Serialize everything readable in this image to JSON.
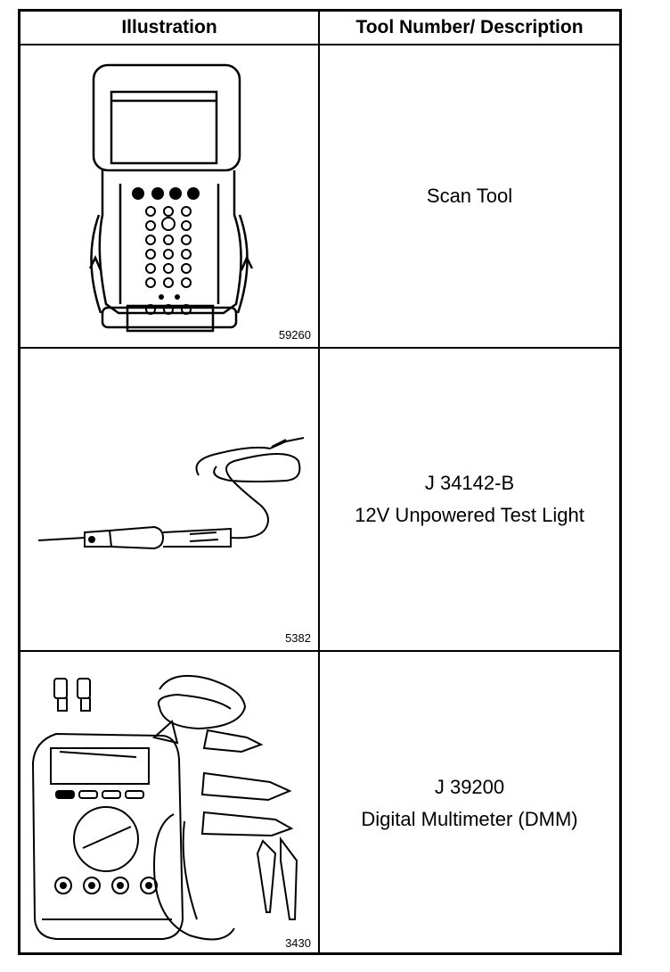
{
  "table": {
    "headers": {
      "illustration": "Illustration",
      "description": "Tool Number/ Description"
    },
    "rows": [
      {
        "figure_number": "59260",
        "tool_number": "",
        "description": "Scan Tool",
        "icon": "scan-tool-icon"
      },
      {
        "figure_number": "5382",
        "tool_number": "J 34142-B",
        "description": "12V Unpowered Test Light",
        "icon": "test-light-icon"
      },
      {
        "figure_number": "3430",
        "tool_number": "J 39200",
        "description": "Digital Multimeter (DMM)",
        "icon": "multimeter-icon"
      }
    ]
  }
}
